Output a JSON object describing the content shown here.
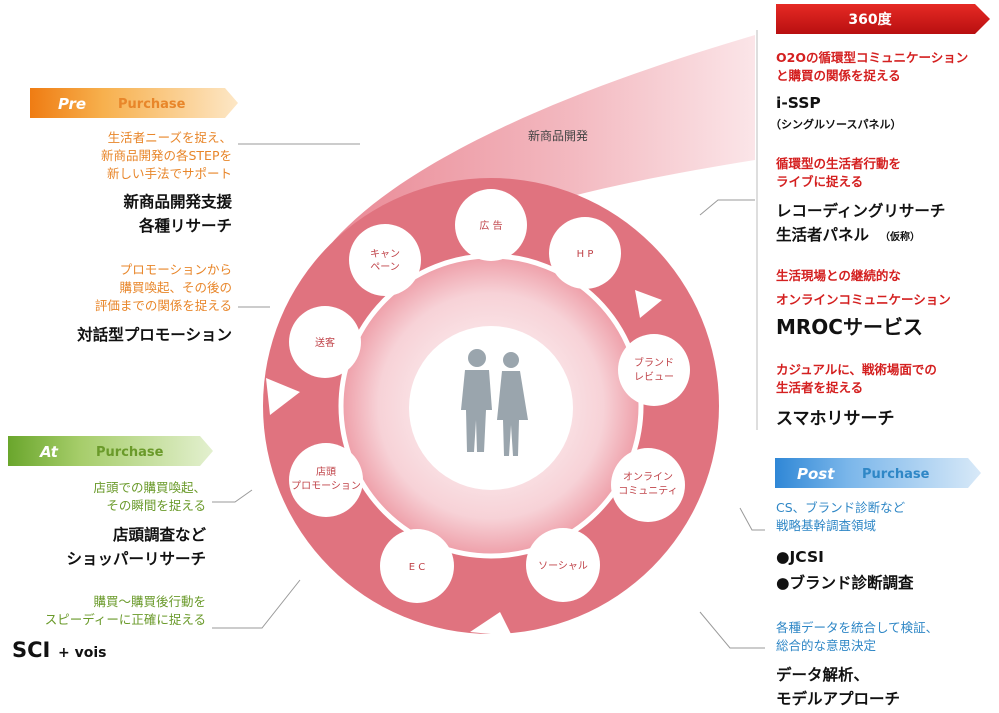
{
  "top_band": {
    "label": "360度"
  },
  "pre": {
    "tag": "Pre",
    "title": "Purchase",
    "desc": [
      "生活者ニーズを捉え、",
      "新商品開発の各STEPを",
      "新しい手法でサポート"
    ],
    "service": [
      "新商品開発支援",
      "各種リサーチ"
    ],
    "desc2": [
      "プロモーションから",
      "購買喚起、その後の",
      "評価までの関係を捉える"
    ],
    "service2": "対話型プロモーション"
  },
  "at": {
    "tag": "At",
    "title": "Purchase",
    "desc": [
      "店頭での購買喚起、",
      "その瞬間を捉える"
    ],
    "service": [
      "店頭調査など",
      "ショッパーリサーチ"
    ],
    "desc2": [
      "購買～購買後行動を",
      "スピーディーに正確に捉える"
    ],
    "service2_main": "SCI",
    "service2_sub": "+ vois"
  },
  "right360": {
    "items": [
      {
        "desc": [
          "O2Oの循環型コミュニケーション",
          "と購買の関係を捉える"
        ],
        "service": [
          "i-SSP",
          "（シングルソースパネル）"
        ]
      },
      {
        "desc": [
          "循環型の生活者行動を",
          "ライブに捉える"
        ],
        "service": [
          "レコーディングリサーチ",
          "生活者パネル"
        ],
        "note": "（仮称）"
      },
      {
        "desc": [
          "生活現場との継続的な",
          "オンラインコミュニケーション"
        ],
        "service": [
          "MROCサービス"
        ]
      },
      {
        "desc": [
          "カジュアルに、戦術場面での",
          "生活者を捉える"
        ],
        "service": [
          "スマホリサーチ"
        ]
      }
    ]
  },
  "post": {
    "tag": "Post",
    "title": "Purchase",
    "desc": [
      "CS、ブランド診断など",
      "戦略基幹調査領域"
    ],
    "bullets": [
      "●JCSI",
      "●ブランド診断調査"
    ],
    "desc2": [
      "各種データを統合して検証、",
      "総合的な意思決定"
    ],
    "service2": [
      "データ解析、",
      "モデルアプローチ"
    ]
  },
  "diagram": {
    "swoosh_label": "新商品開発",
    "nodes": [
      {
        "lines": [
          "広 告"
        ]
      },
      {
        "lines": [
          "H P"
        ]
      },
      {
        "lines": [
          "キャン",
          "ペーン"
        ]
      },
      {
        "lines": [
          "送客"
        ]
      },
      {
        "lines": [
          "ブランド",
          "レビュー"
        ]
      },
      {
        "lines": [
          "店頭",
          "プロモーション"
        ]
      },
      {
        "lines": [
          "オンライン",
          "コミュニティ"
        ]
      },
      {
        "lines": [
          "E C"
        ]
      },
      {
        "lines": [
          "ソーシャル"
        ]
      }
    ]
  },
  "colors": {
    "orange": "#e8862a",
    "green": "#6a9a2a",
    "red": "#d42020",
    "blue": "#2f87c6",
    "ring": "#e0737f"
  },
  "icons": {
    "center": "people-silhouette-icon"
  }
}
